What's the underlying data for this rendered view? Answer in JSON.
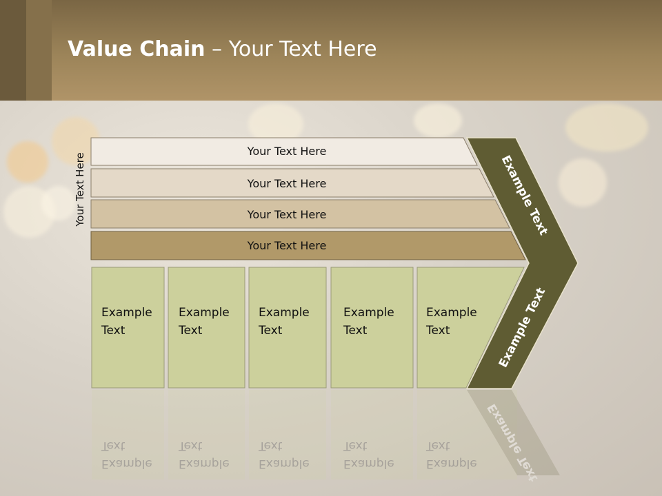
{
  "slide": {
    "title_bold": "Value Chain",
    "title_rest": " – Your Text Here",
    "side_label": "Your Text Here"
  },
  "rows": [
    {
      "label": "Your Text Here",
      "color": "#f1ebe3"
    },
    {
      "label": "Your Text Here",
      "color": "#e4d9c8"
    },
    {
      "label": "Your Text Here",
      "color": "#d3c2a3"
    },
    {
      "label": "Your Text Here",
      "color": "#b19969"
    }
  ],
  "boxes": [
    {
      "line1": "Example",
      "line2": "Text"
    },
    {
      "line1": "Example",
      "line2": "Text"
    },
    {
      "line1": "Example",
      "line2": "Text"
    },
    {
      "line1": "Example",
      "line2": "Text"
    },
    {
      "line1": "Example",
      "line2": "Text"
    }
  ],
  "arrow": {
    "upper_text": "Example Text",
    "lower_text": "Example Text",
    "color": "#5f5c33"
  },
  "colors": {
    "box_fill": "#ccd09c",
    "header": "#9c8459"
  }
}
